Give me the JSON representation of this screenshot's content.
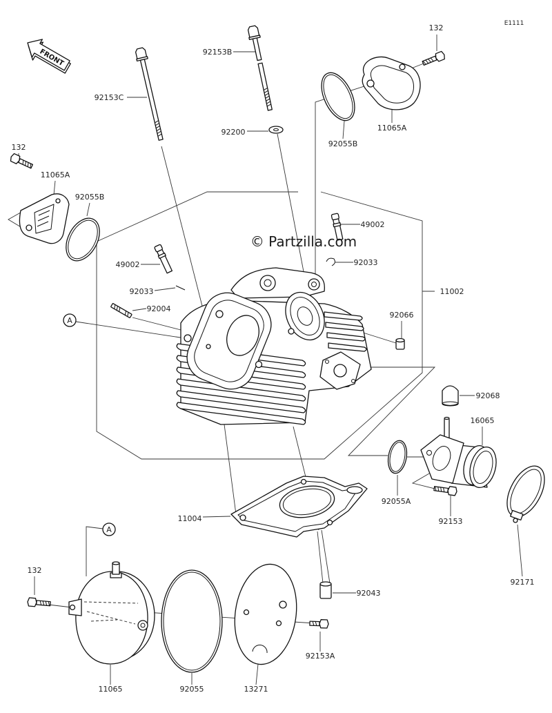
{
  "diagram": {
    "code": "E1111",
    "front": "FRONT",
    "watermark": "© Partzilla.com"
  },
  "callouts": [
    "132",
    "92153B",
    "92153C",
    "11065A",
    "92055B",
    "92200",
    "132",
    "11065A",
    "92055B",
    "49002",
    "49002",
    "92033",
    "92033",
    "11002",
    "92004",
    "92066",
    "92068",
    "16065",
    "92055A",
    "92153",
    "11004",
    "132",
    "92043",
    "92171",
    "92153A",
    "11065",
    "92055",
    "13271"
  ],
  "refs": [
    "A",
    "A"
  ]
}
